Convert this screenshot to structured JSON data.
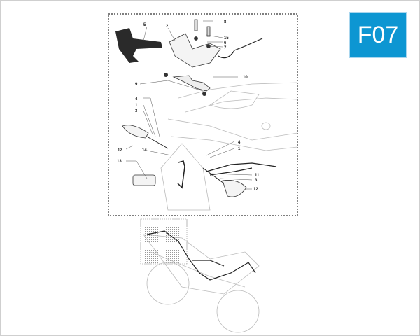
{
  "badge": {
    "code": "F07",
    "color": "#0d96d2"
  },
  "callouts": {
    "c5": "5",
    "c2": "2",
    "c8": "8",
    "c15": "15",
    "c6": "6",
    "c7": "7",
    "c10": "10",
    "c9": "9",
    "c4a": "4",
    "c1a": "1",
    "c3a": "3",
    "c12a": "12",
    "c14": "14",
    "c13": "13",
    "c4b": "4",
    "c1b": "1",
    "c11": "11",
    "c3b": "3",
    "c12b": "12"
  }
}
